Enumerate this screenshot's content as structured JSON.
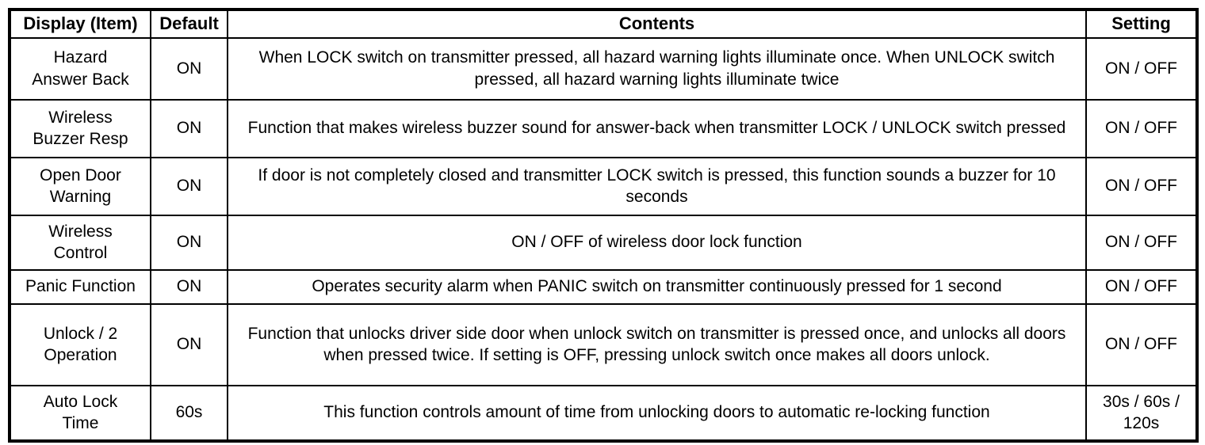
{
  "colors": {
    "border": "#000000",
    "background": "#ffffff",
    "text": "#000000"
  },
  "table": {
    "headers": {
      "item": "Display (Item)",
      "default": "Default",
      "contents": "Contents",
      "setting": "Setting"
    },
    "rows": [
      {
        "item_lines": [
          "Hazard",
          "Answer Back"
        ],
        "default": "ON",
        "contents": "When LOCK switch on transmitter pressed, all hazard warning lights illuminate once. When UNLOCK switch pressed, all hazard warning lights illuminate twice",
        "setting_lines": [
          "ON / OFF"
        ]
      },
      {
        "item_lines": [
          "Wireless",
          "Buzzer Resp"
        ],
        "default": "ON",
        "contents": "Function that makes wireless buzzer sound for answer-back when transmitter LOCK / UNLOCK switch pressed",
        "setting_lines": [
          "ON / OFF"
        ]
      },
      {
        "item_lines": [
          "Open Door",
          "Warning"
        ],
        "default": "ON",
        "contents": "If door is not completely closed and transmitter LOCK switch is pressed, this function sounds a buzzer for 10 seconds",
        "setting_lines": [
          "ON / OFF"
        ]
      },
      {
        "item_lines": [
          "Wireless",
          "Control"
        ],
        "default": "ON",
        "contents": "ON / OFF of wireless door lock function",
        "setting_lines": [
          "ON / OFF"
        ]
      },
      {
        "item_lines": [
          "Panic Function"
        ],
        "default": "ON",
        "contents": "Operates security alarm when PANIC switch on transmitter continuously pressed for 1 second",
        "setting_lines": [
          "ON / OFF"
        ]
      },
      {
        "item_lines": [
          "Unlock / 2",
          "Operation"
        ],
        "default": "ON",
        "contents": "Function that unlocks driver side door when unlock switch on transmitter is pressed once, and unlocks all doors when pressed twice. If setting is OFF, pressing unlock switch once makes all doors unlock.",
        "setting_lines": [
          "ON / OFF"
        ]
      },
      {
        "item_lines": [
          "Auto Lock",
          "Time"
        ],
        "default": "60s",
        "contents": "This function controls amount of time from unlocking doors to automatic re-locking function",
        "setting_lines": [
          "30s / 60s /",
          "120s"
        ]
      }
    ]
  }
}
